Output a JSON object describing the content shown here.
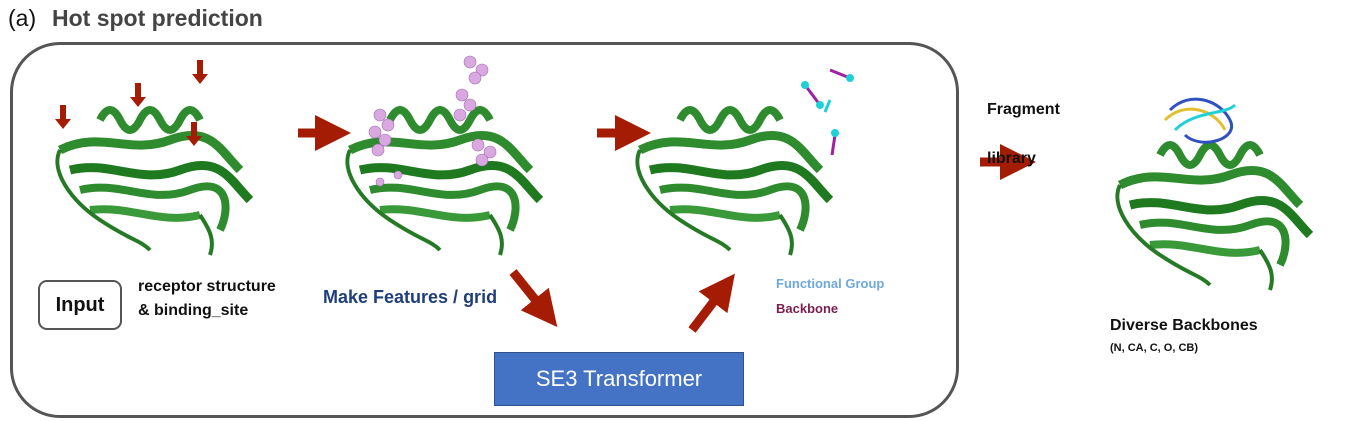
{
  "header": {
    "panel_label": "(a)",
    "title": "Hot spot prediction"
  },
  "input": {
    "button_label": "Input",
    "desc_line1": "receptor structure",
    "desc_line2": "& binding_site"
  },
  "features": {
    "label": "Make Features / grid"
  },
  "model": {
    "label": "SE3 Transformer"
  },
  "legend": {
    "functional_group": "Functional Group",
    "backbone": "Backbone"
  },
  "fragment": {
    "line1": "Fragment",
    "line2": "library"
  },
  "output": {
    "title": "Diverse Backbones",
    "atoms": "(N, CA, C, O, CB)"
  },
  "colors": {
    "arrow": "#a51c05",
    "protein": "#2e8b2e",
    "grid": "#d9a8e0",
    "functional": "#1fd0d8",
    "backbone": "#a020a0",
    "se3": "#4472c4"
  }
}
